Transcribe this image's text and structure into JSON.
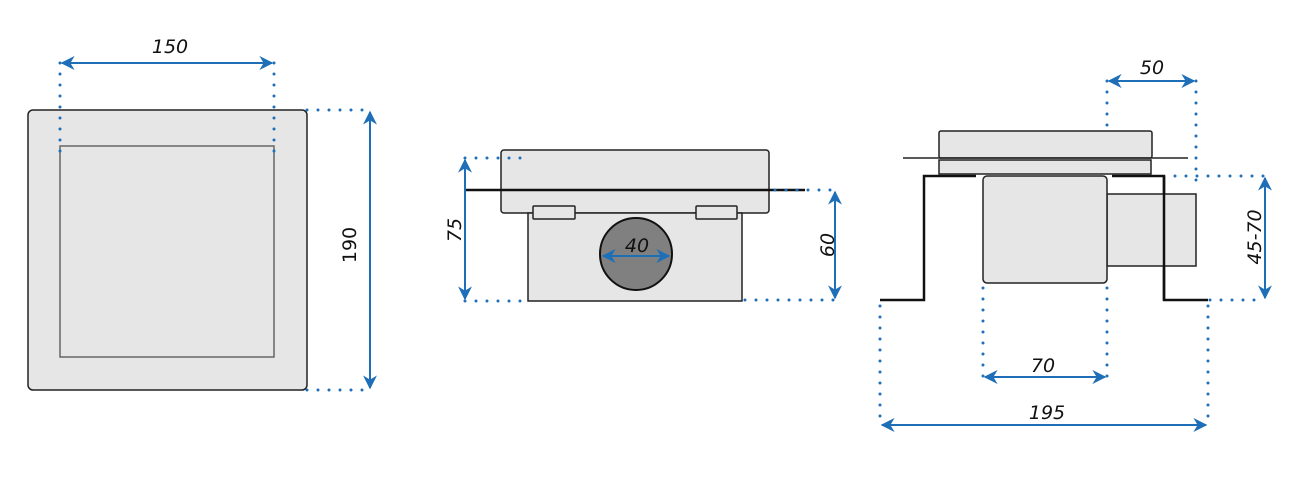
{
  "colors": {
    "dimension": "#1f6fb8",
    "part_fill": "#e6e6e6",
    "outlet_fill": "#808080"
  },
  "top_view": {
    "width_label": "150",
    "height_label": "190"
  },
  "front_view": {
    "total_height_label": "75",
    "outlet_diameter_label": "40",
    "body_height_label": "60"
  },
  "side_view": {
    "outlet_length_label": "50",
    "adjust_height_label": "45-70",
    "body_width_label": "70",
    "total_width_label": "195"
  }
}
